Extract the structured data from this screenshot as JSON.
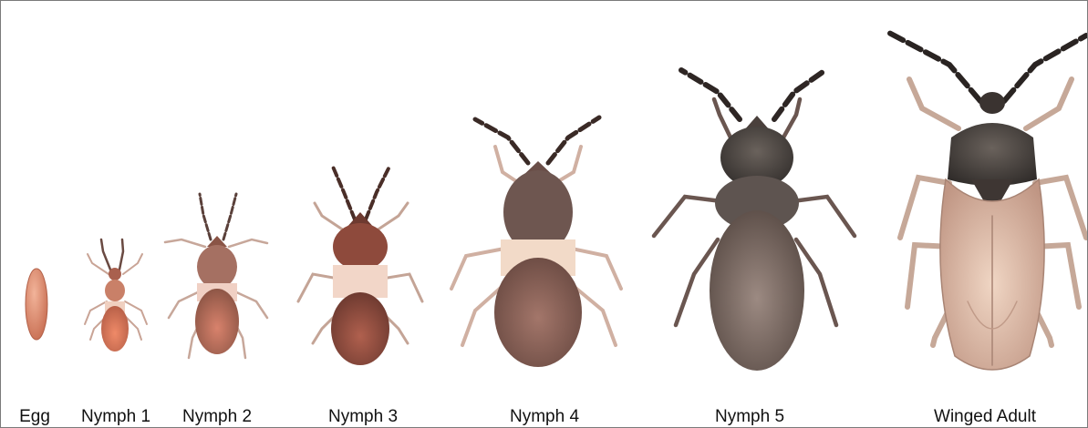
{
  "stages": [
    {
      "id": "egg",
      "label": "Egg"
    },
    {
      "id": "nymph1",
      "label": "Nymph 1"
    },
    {
      "id": "nymph2",
      "label": "Nymph 2"
    },
    {
      "id": "nymph3",
      "label": "Nymph 3"
    },
    {
      "id": "nymph4",
      "label": "Nymph 4"
    },
    {
      "id": "nymph5",
      "label": "Nymph 5"
    },
    {
      "id": "adult",
      "label": "Winged Adult"
    }
  ],
  "colors": {
    "egg": "#d9876a",
    "nymph_early_body": "#c9785e",
    "nymph_mid_body": "#9e5a48",
    "nymph_late_body": "#7d6a60",
    "adult_wing": "#d9b7a3",
    "adult_thorax": "#4a4440",
    "band": "#f0d8c4"
  }
}
